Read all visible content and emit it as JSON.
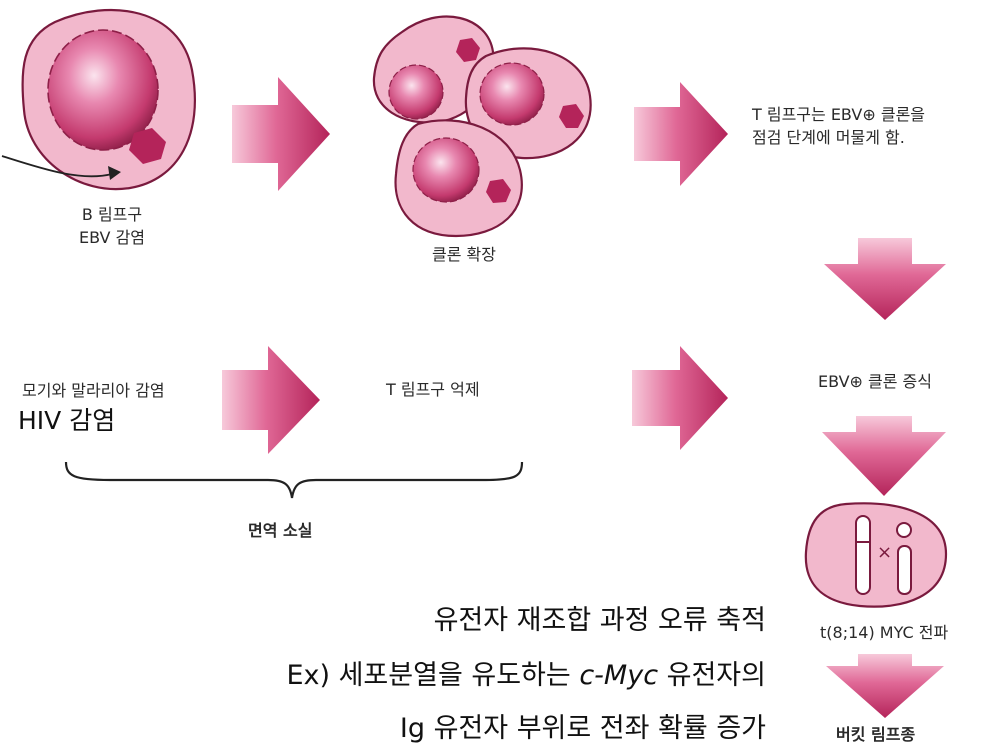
{
  "labels": {
    "b_cell_line1": "B 림프구",
    "b_cell_line2": "EBV 감염",
    "clonal_expansion": "클론 확장",
    "t_check_line1": "T 림프구는 EBV⊕ 클론을",
    "t_check_line2": "점검 단계에 머물게 함.",
    "malaria": "모기와 말라리아 감염",
    "hiv": "HIV 감염",
    "t_suppression": "T 림프구 억제",
    "immune_loss": "면역 소실",
    "ebv_proliferation": "EBV⊕ 클론 증식",
    "translocation": "t(8;14) MYC 전파",
    "burkitt": "버킷 림프종",
    "chromosome_cross": "×"
  },
  "notes": {
    "line1": "유전자 재조합 과정 오류 축적",
    "line2_prefix": "Ex) 세포분열을 유도하는 ",
    "line2_gene": "c-Myc",
    "line2_suffix": " 유전자의",
    "line3": "Ig 유전자 부위로 전좌 확률 증가"
  },
  "colors": {
    "cell_fill": "#f2b8cc",
    "cell_border": "#7a1a3e",
    "nucleus": "#c43a6e",
    "arrow": "#c9306a"
  }
}
